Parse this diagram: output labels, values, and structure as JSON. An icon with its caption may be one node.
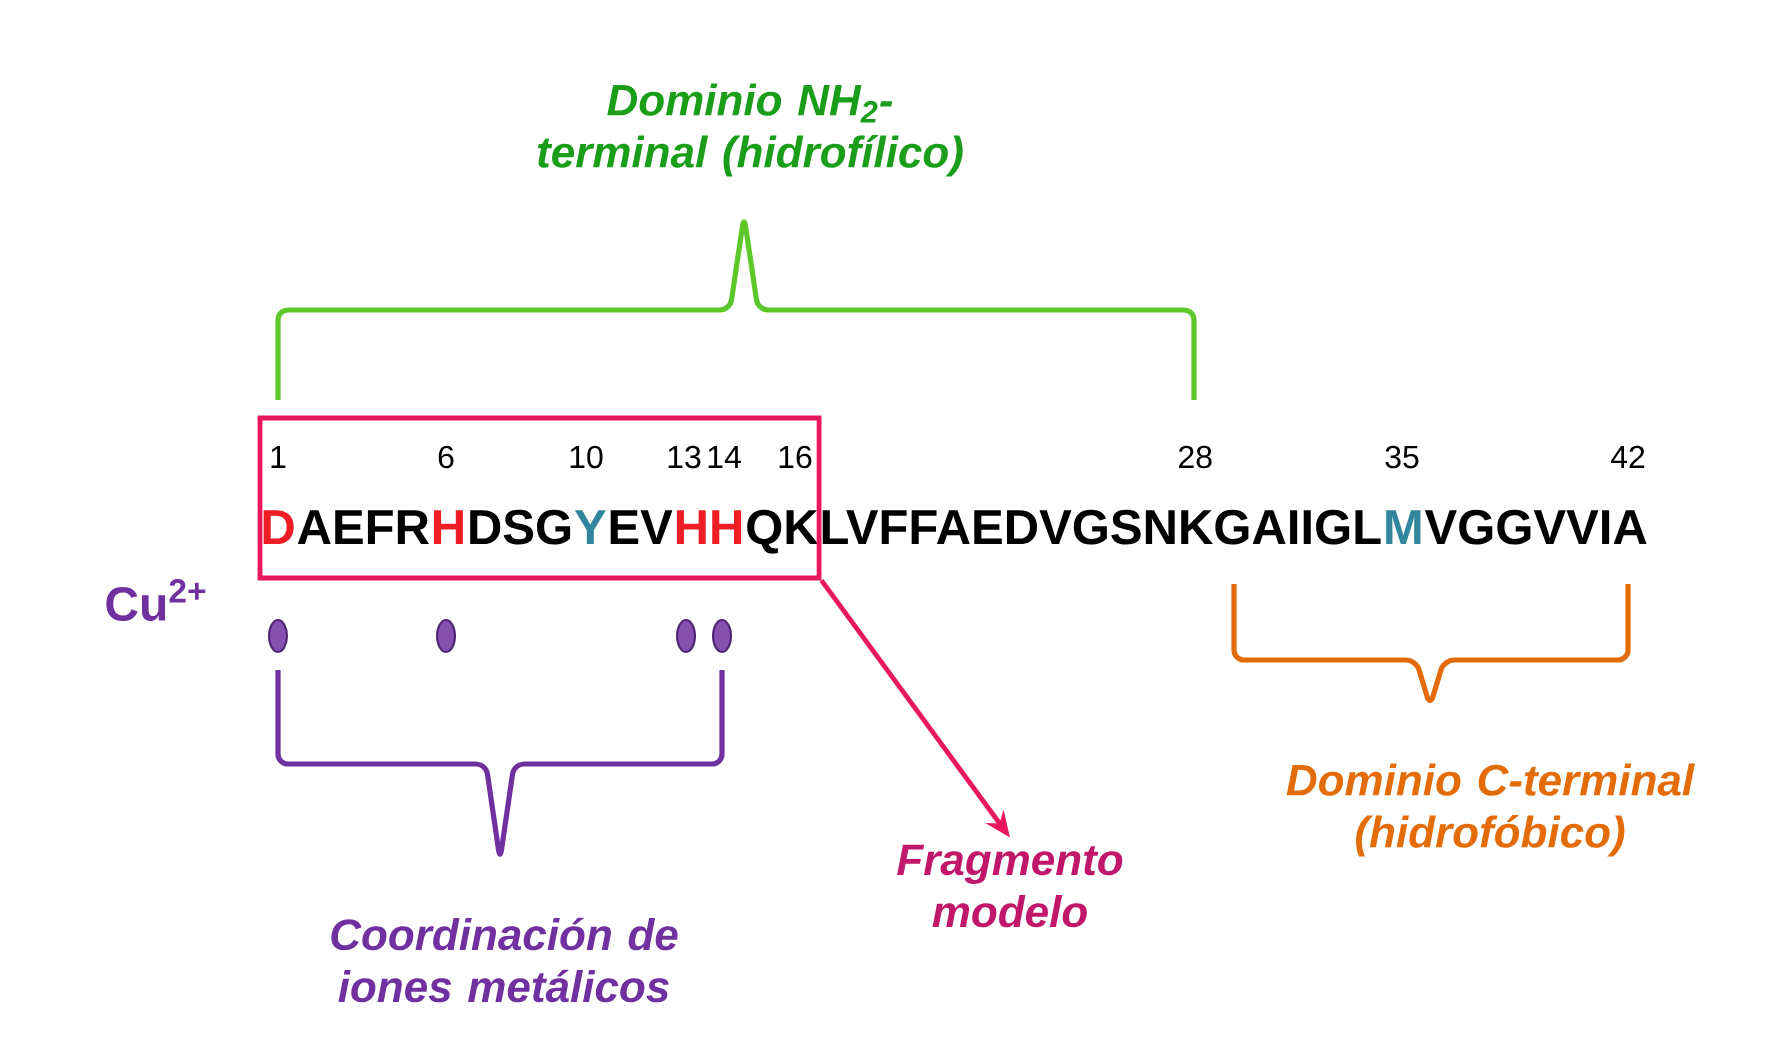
{
  "diagram": {
    "nodes": [
      {
        "text": [],
        "shape": "box"
      },
      {
        "text": [
          "Fragmento modelo"
        ]
      }
    ],
    "edges": [
      {
        "from": 0,
        "to": 1,
        "arrow": "to"
      }
    ],
    "labels": [
      "Dominio NH$_{2}$-terminal (hidrofílico)",
      "1",
      "6",
      "10",
      "13",
      "14",
      "16",
      "28",
      "35",
      "42",
      "D",
      "AEFR",
      "H",
      "DSG",
      "Y",
      "EV",
      "HH",
      "QK",
      "LVFFAEDVGSNKGAIIGL",
      "M",
      "VGGVVIA",
      "Cu$^{2+}$",
      "Dominio C-terminal (hidrofóbico)",
      "Coordinación de iones metálicos"
    ]
  }
}
